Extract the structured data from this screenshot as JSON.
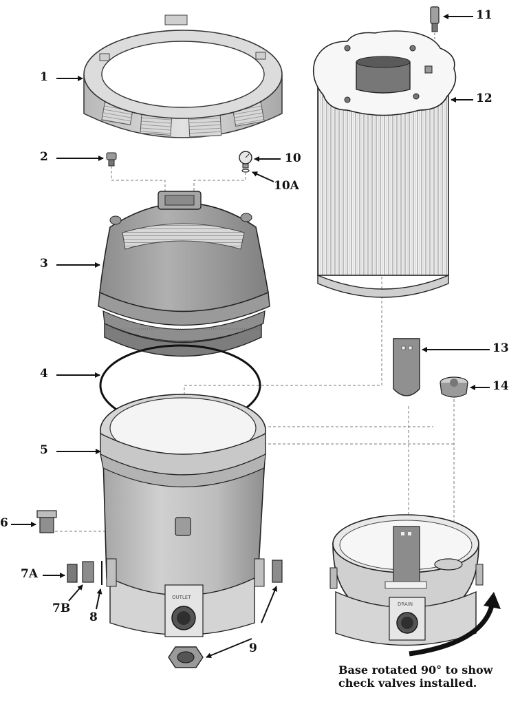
{
  "callouts": {
    "c1": "1",
    "c2": "2",
    "c3": "3",
    "c4": "4",
    "c5": "5",
    "c6": "6",
    "c7a": "7A",
    "c7b": "7B",
    "c8": "8",
    "c9": "9",
    "c10": "10",
    "c10a": "10A",
    "c11": "11",
    "c12": "12",
    "c13": "13",
    "c14": "14"
  },
  "embossed": {
    "outlet": "OUTLET",
    "drain": "DRAIN"
  },
  "caption": {
    "line1": "Base rotated 90° to show",
    "line2": "check valves installed."
  }
}
